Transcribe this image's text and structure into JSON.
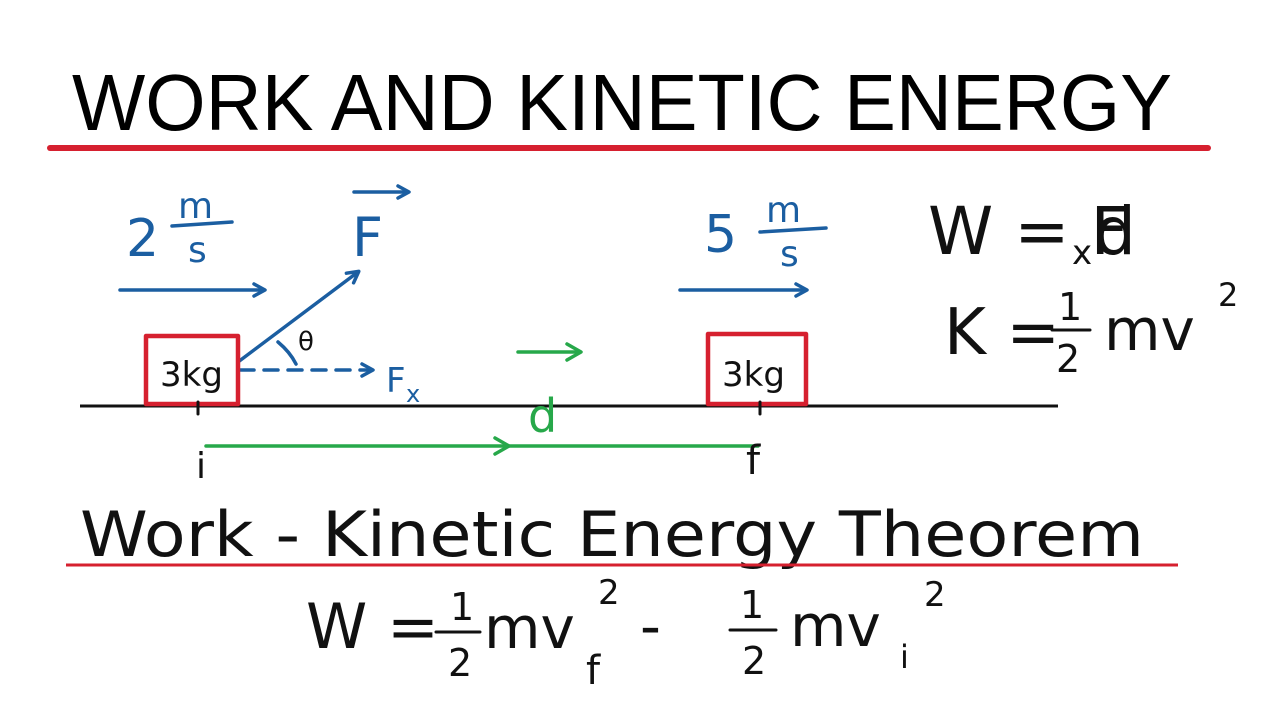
{
  "title": "WORK AND KINETIC ENERGY",
  "initial_speed": {
    "number": "2",
    "unit_top": "m",
    "unit_bottom": "s"
  },
  "final_speed": {
    "number": "5",
    "unit_top": "m",
    "unit_bottom": "s"
  },
  "force_label": "F",
  "angle_label": "θ",
  "force_x_label": "F",
  "force_x_sub": "x",
  "mass_initial": "3kg",
  "mass_final": "3kg",
  "displacement_label": "d",
  "point_initial": "i",
  "point_final": "f",
  "work_formula": {
    "lhs": "W = F",
    "sub": "x",
    "rhs": " d"
  },
  "kinetic_formula": {
    "lhs": "K = ",
    "num": "1",
    "den": "2",
    "rhs": "mv",
    "sup": "2"
  },
  "theorem_title": "Work - Kinetic Energy Theorem",
  "theorem_formula": {
    "lhs": "W = ",
    "frac1_num": "1",
    "frac1_den": "2",
    "term1": "mv",
    "term1_sub": "f",
    "term1_sup": "2",
    "minus": " - ",
    "frac2_num": "1",
    "frac2_den": "2",
    "term2": "mv",
    "term2_sub": "i",
    "term2_sup": "2"
  },
  "colors": {
    "blue_ink": "#1b5ea1",
    "red_ink": "#d6202f",
    "green_ink": "#27a84a",
    "black_ink": "#111111"
  }
}
